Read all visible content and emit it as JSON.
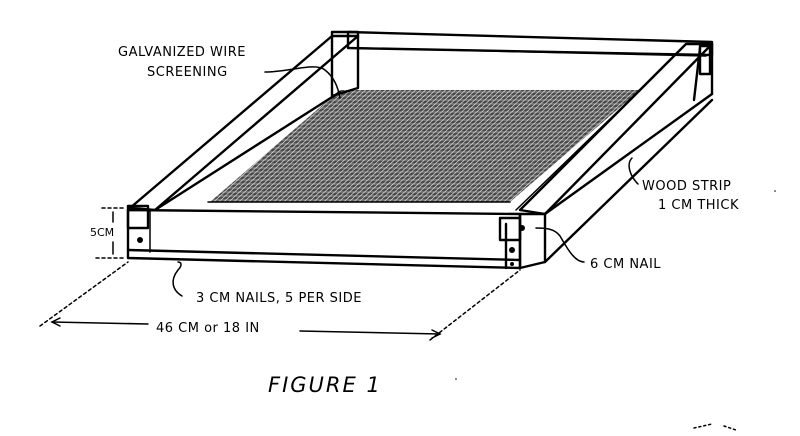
{
  "labels": {
    "screening": [
      "GALVANIZED WIRE",
      "SCREENING"
    ],
    "wood_strip": [
      "WOOD STRIP",
      "1 CM THICK"
    ],
    "height": "5CM",
    "long_nail": "6 CM NAIL",
    "side_nails": "3 CM NAILS, 5 PER SIDE",
    "width": "46 CM  or  18 IN"
  },
  "caption": "FIGURE 1"
}
